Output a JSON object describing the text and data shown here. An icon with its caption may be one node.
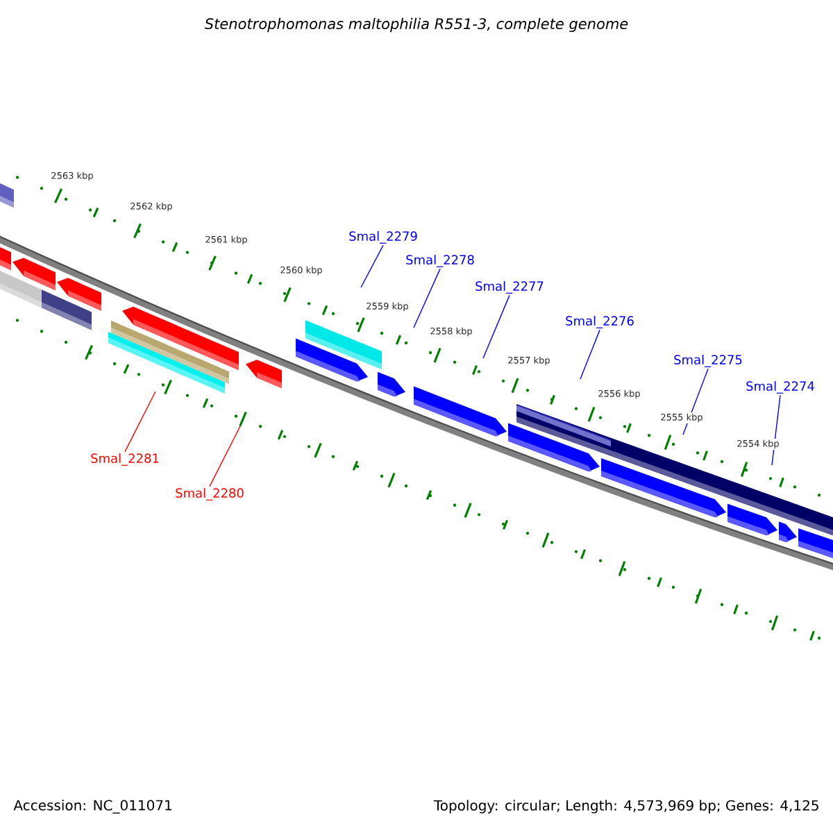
{
  "diagram": {
    "title": "Stenotrophomonas maltophilia R551-3, complete genome",
    "nodes": [
      {
        "text": [
          "Smal_2279"
        ]
      },
      {
        "text": [
          "Smal_2278"
        ]
      },
      {
        "text": [
          "Smal_2277"
        ]
      },
      {
        "text": [
          "Smal_2276"
        ]
      },
      {
        "text": [
          "Smal_2275"
        ]
      },
      {
        "text": [
          "Smal_2274"
        ]
      },
      {
        "text": [
          "Smal_2281"
        ]
      },
      {
        "text": [
          "Smal_2280"
        ]
      }
    ],
    "edges": [
      {
        "from": 0,
        "to": null,
        "arrow": "none"
      },
      {
        "from": 1,
        "to": null,
        "arrow": "none"
      },
      {
        "from": 2,
        "to": null,
        "arrow": "none"
      },
      {
        "from": 3,
        "to": null,
        "arrow": "none"
      },
      {
        "from": 4,
        "to": null,
        "arrow": "none"
      },
      {
        "from": 5,
        "to": null,
        "arrow": "none"
      },
      {
        "from": 6,
        "to": null,
        "arrow": "none",
        "color": "#ff0000"
      },
      {
        "from": 7,
        "to": null,
        "arrow": "none",
        "color": "#ff0000"
      }
    ],
    "labels": [
      "2563 kbp",
      "2562 kbp",
      "2561 kbp",
      "2560 kbp",
      "2559 kbp",
      "2558 kbp",
      "2557 kbp",
      "2556 kbp",
      "2555 kbp",
      "2554 kbp",
      "Accession: NC_011071",
      "Topology: circular; Length: 4,573,969 bp; Genes: 4,125"
    ]
  }
}
